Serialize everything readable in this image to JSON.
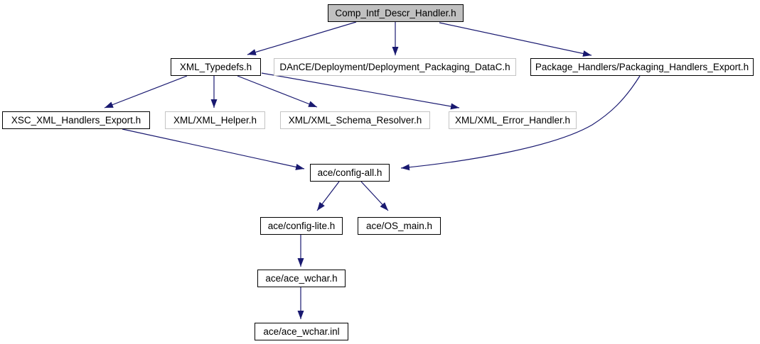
{
  "diagram": {
    "kind": "include-dependency-graph",
    "edge_color": "#191970",
    "root_fill": "#c0c0c0",
    "documented_border": "#000000",
    "undocumented_border": "#c4c4c4"
  },
  "nodes": {
    "comp_intf_descr_handler": {
      "label": "Comp_Intf_Descr_Handler.h"
    },
    "xml_typedefs": {
      "label": "XML_Typedefs.h"
    },
    "deployment_packaging_datac": {
      "label": "DAnCE/Deployment/Deployment_Packaging_DataC.h"
    },
    "packaging_handlers_export": {
      "label": "Package_Handlers/Packaging_Handlers_Export.h"
    },
    "xsc_xml_handlers_export": {
      "label": "XSC_XML_Handlers_Export.h"
    },
    "xml_helper": {
      "label": "XML/XML_Helper.h"
    },
    "xml_schema_resolver": {
      "label": "XML/XML_Schema_Resolver.h"
    },
    "xml_error_handler": {
      "label": "XML/XML_Error_Handler.h"
    },
    "config_all": {
      "label": "ace/config-all.h"
    },
    "config_lite": {
      "label": "ace/config-lite.h"
    },
    "os_main": {
      "label": "ace/OS_main.h"
    },
    "ace_wchar_h": {
      "label": "ace/ace_wchar.h"
    },
    "ace_wchar_inl": {
      "label": "ace/ace_wchar.inl"
    }
  },
  "edges": [
    {
      "from": "comp_intf_descr_handler",
      "to": "xml_typedefs"
    },
    {
      "from": "comp_intf_descr_handler",
      "to": "deployment_packaging_datac"
    },
    {
      "from": "comp_intf_descr_handler",
      "to": "packaging_handlers_export"
    },
    {
      "from": "xml_typedefs",
      "to": "xsc_xml_handlers_export"
    },
    {
      "from": "xml_typedefs",
      "to": "xml_helper"
    },
    {
      "from": "xml_typedefs",
      "to": "xml_schema_resolver"
    },
    {
      "from": "xml_typedefs",
      "to": "xml_error_handler"
    },
    {
      "from": "xsc_xml_handlers_export",
      "to": "config_all"
    },
    {
      "from": "packaging_handlers_export",
      "to": "config_all"
    },
    {
      "from": "config_all",
      "to": "config_lite"
    },
    {
      "from": "config_all",
      "to": "os_main"
    },
    {
      "from": "config_lite",
      "to": "ace_wchar_h"
    },
    {
      "from": "ace_wchar_h",
      "to": "ace_wchar_inl"
    }
  ]
}
